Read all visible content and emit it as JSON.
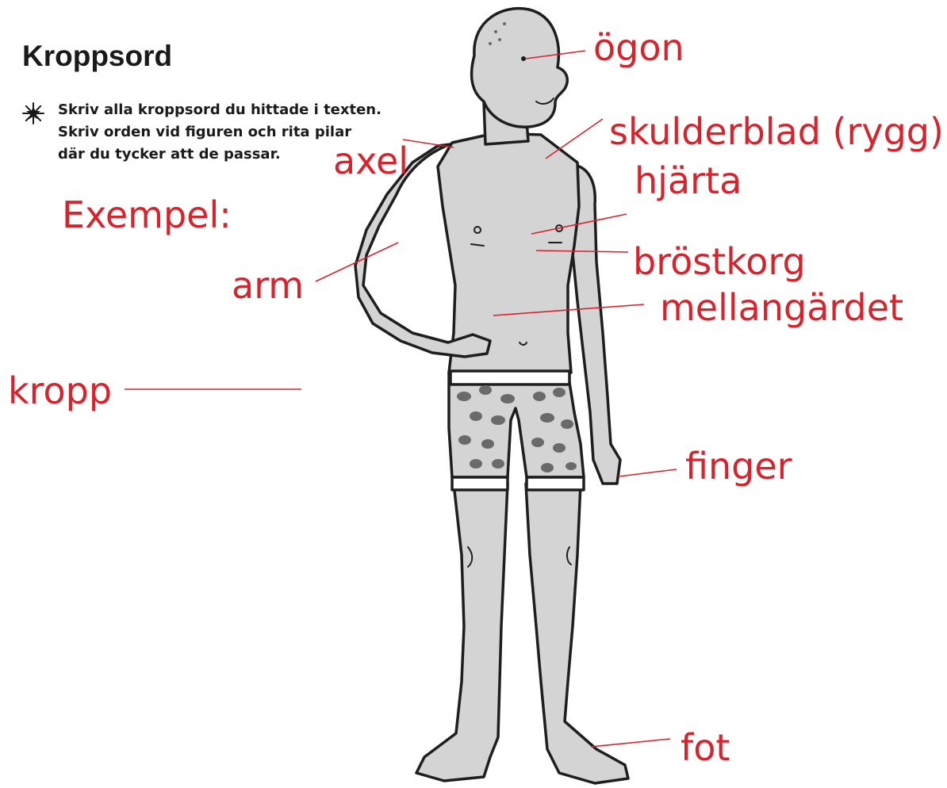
{
  "title": "Kroppsord",
  "instruction": {
    "lines": [
      "Skriv alla kroppsord du hittade i texten.",
      "Skriv orden vid figuren och rita pilar",
      "där du tycker att de passar."
    ]
  },
  "example_label": "Exempel:",
  "labels": {
    "ogon": "ögon",
    "skulderblad": "skulderblad (rygg)",
    "axel": "axel",
    "hjarta": "hjärta",
    "brostkorg": "bröstkorg",
    "arm": "arm",
    "mellangardet": "mellangärdet",
    "kropp": "kropp",
    "finger": "finger",
    "fot": "fot"
  },
  "colors": {
    "label_red": "#d8232d",
    "skin_gray": "#d4d4d4",
    "outline": "#1e1e1e"
  },
  "icons": {
    "bullet": "star-icon",
    "figure": "standing-man-illustration"
  }
}
